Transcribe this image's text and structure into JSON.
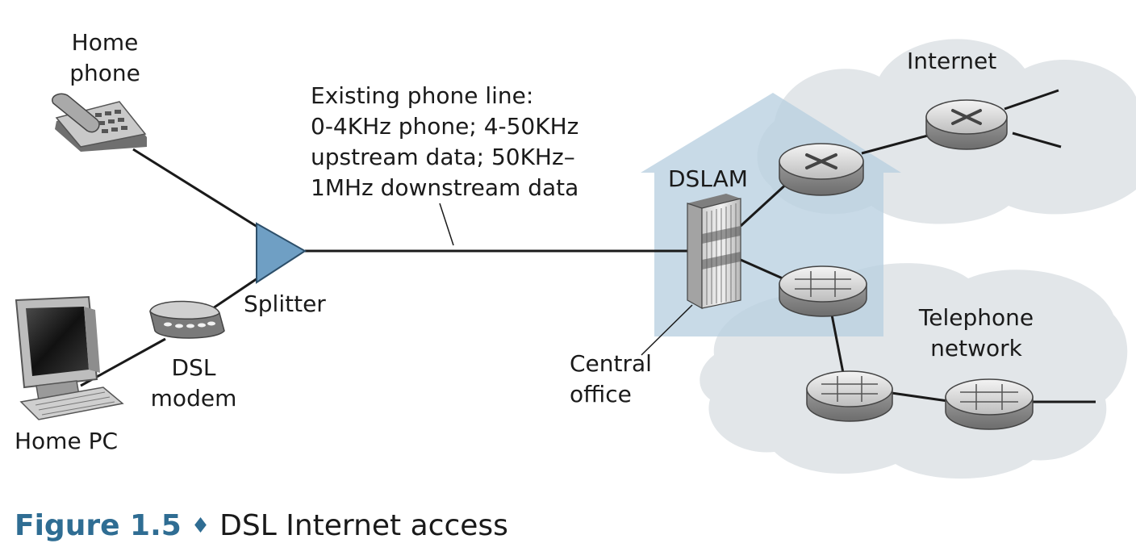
{
  "labels": {
    "home_phone": [
      "Home",
      "phone"
    ],
    "home_pc": "Home PC",
    "dsl_modem": [
      "DSL",
      "modem"
    ],
    "splitter": "Splitter",
    "phone_line": [
      "Existing phone line:",
      "0-4KHz phone; 4-50KHz",
      "upstream data; 50KHz–",
      "1MHz downstream data"
    ],
    "dslam": "DSLAM",
    "central_office": [
      "Central",
      "office"
    ],
    "internet": "Internet",
    "telephone_network": [
      "Telephone",
      "network"
    ]
  },
  "caption": {
    "number": "Figure 1.5",
    "separator": "♦",
    "title": "DSL Internet access"
  },
  "colors": {
    "caption_accent": "#2f6d93",
    "cloud": "#e2e6e9",
    "building": "#c6d6e3",
    "splitter": "#6f9fc4",
    "line": "#1a1a1a"
  },
  "icons": [
    "telephone-icon",
    "computer-icon",
    "dsl-modem-icon",
    "splitter-icon",
    "dslam-rack-icon",
    "router-icon",
    "switch-icon",
    "cloud-icon",
    "building-icon"
  ]
}
